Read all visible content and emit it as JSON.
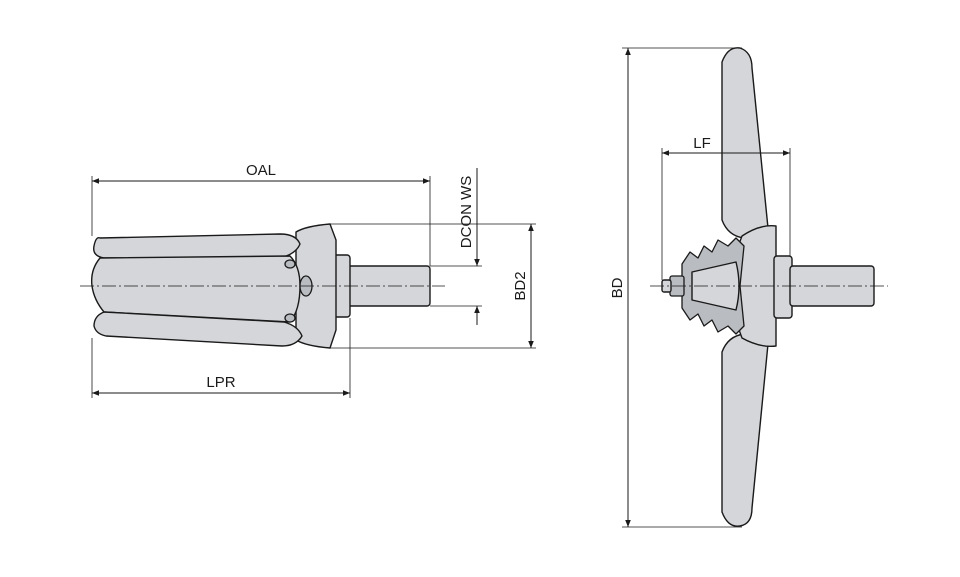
{
  "labels": {
    "oal": "OAL",
    "lpr": "LPR",
    "dcon_ws": "DCON WS",
    "bd2": "BD2",
    "bd": "BD",
    "lf": "LF"
  }
}
